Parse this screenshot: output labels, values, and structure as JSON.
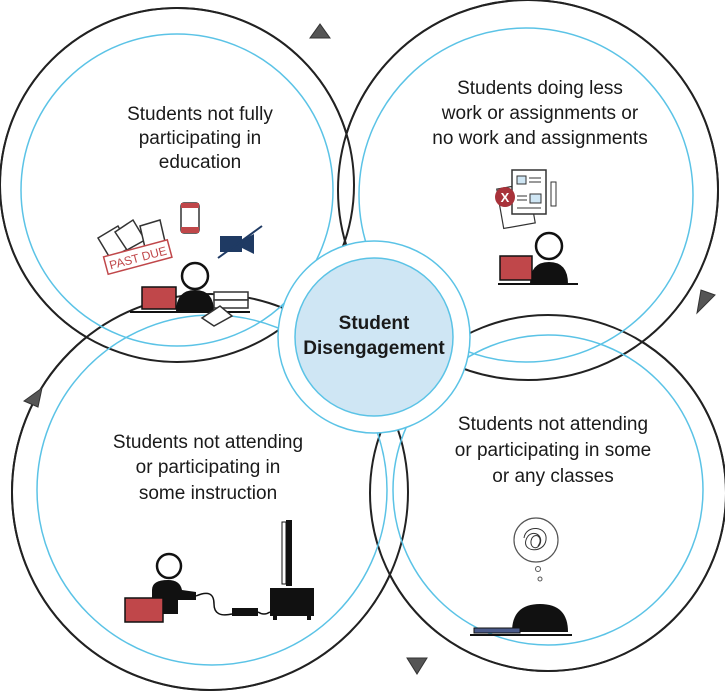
{
  "center": {
    "title_line1": "Student",
    "title_line2": "Disengagement"
  },
  "nodes": {
    "top_left": {
      "line1": "Students not fully",
      "line2": "participating in",
      "line3": "education",
      "stamp": "PAST DUE"
    },
    "top_right": {
      "line1": "Students doing less",
      "line2": "work or assignments or",
      "line3": "no work and assignments",
      "mark": "X"
    },
    "bottom_right": {
      "line1": "Students not attending",
      "line2": "or participating in some",
      "line3": "or any classes"
    },
    "bottom_left": {
      "line1": "Students not attending",
      "line2": "or participating in",
      "line3": "some instruction"
    }
  },
  "colors": {
    "outer_ring": "#222222",
    "inner_ring": "#5bc3e6",
    "center_fill": "#cfe6f4",
    "arrow": "#555555",
    "laptop": "#c0474a",
    "person": "#111111"
  }
}
